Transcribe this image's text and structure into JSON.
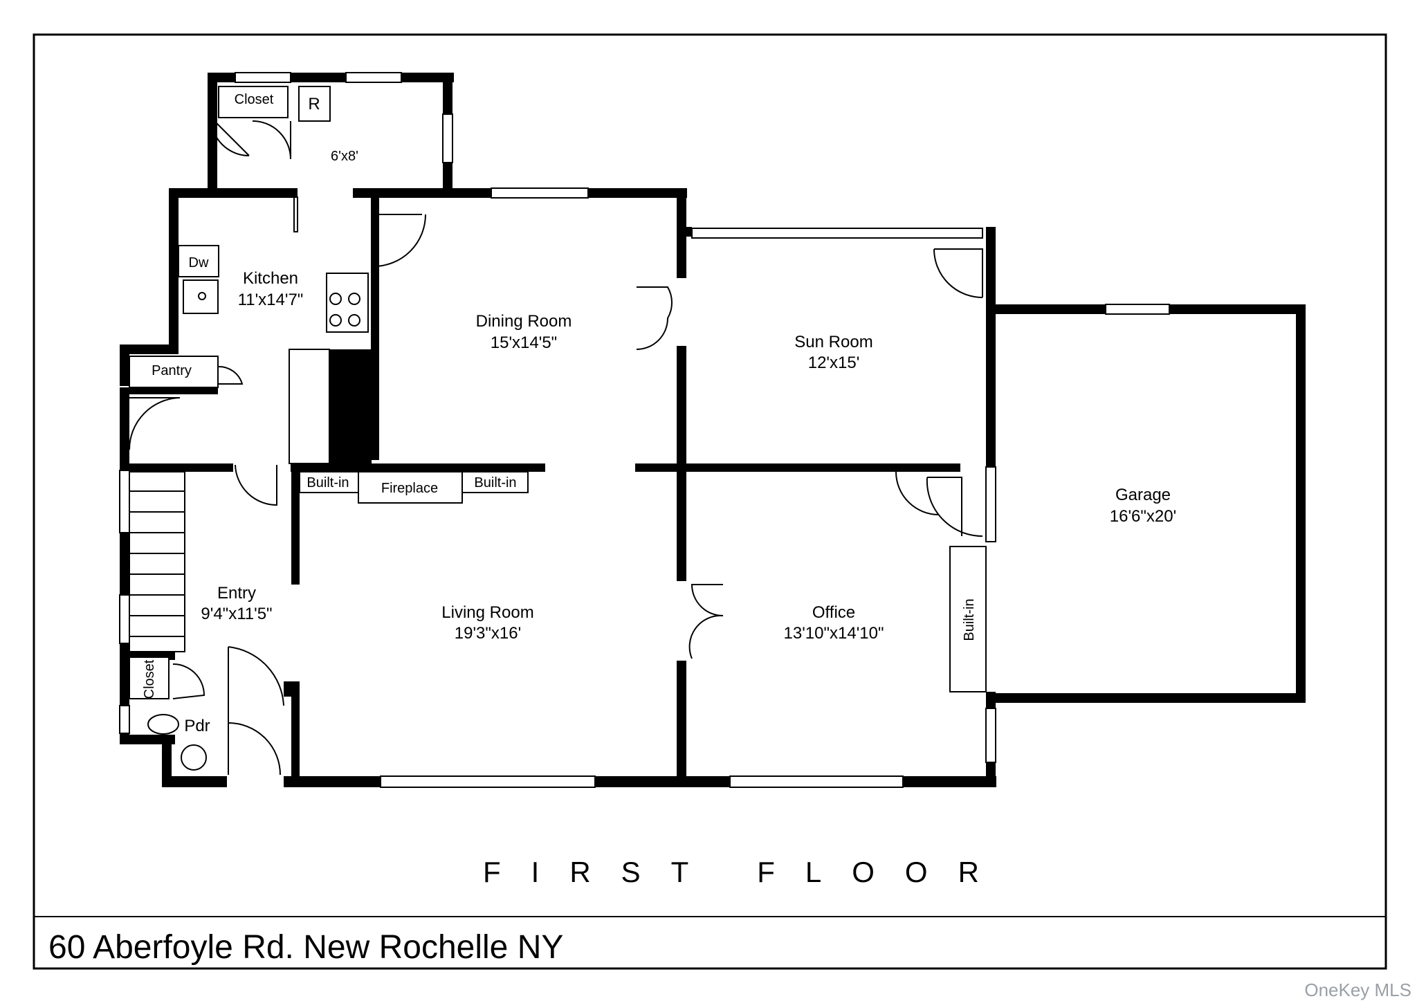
{
  "plan": {
    "floor_title": "FIRST FLOOR",
    "address": "60 Aberfoyle Rd. New Rochelle NY",
    "watermark": "OneKey MLS",
    "rooms": {
      "closet_top": "Closet",
      "refrigerator": "R",
      "mudroom_size": "6'x8'",
      "dishwasher": "Dw",
      "kitchen": {
        "name": "Kitchen",
        "size": "11'x14'7\""
      },
      "pantry": "Pantry",
      "dining": {
        "name": "Dining Room",
        "size": "15'x14'5\""
      },
      "sun": {
        "name": "Sun Room",
        "size": "12'x15'"
      },
      "garage": {
        "name": "Garage",
        "size": "16'6\"x20'"
      },
      "builtin_left": "Built-in",
      "fireplace": "Fireplace",
      "builtin_right": "Built-in",
      "builtin_office": "Built-in",
      "entry": {
        "name": "Entry",
        "size": "9'4\"x11'5\""
      },
      "living": {
        "name": "Living Room",
        "size": "19'3\"x16'"
      },
      "office": {
        "name": "Office",
        "size": "13'10\"x14'10\""
      },
      "closet_entry": "Closet",
      "powder": "Pdr"
    },
    "colors": {
      "wall": "#000000",
      "background": "#ffffff",
      "watermark": "#9aa0a6"
    }
  }
}
